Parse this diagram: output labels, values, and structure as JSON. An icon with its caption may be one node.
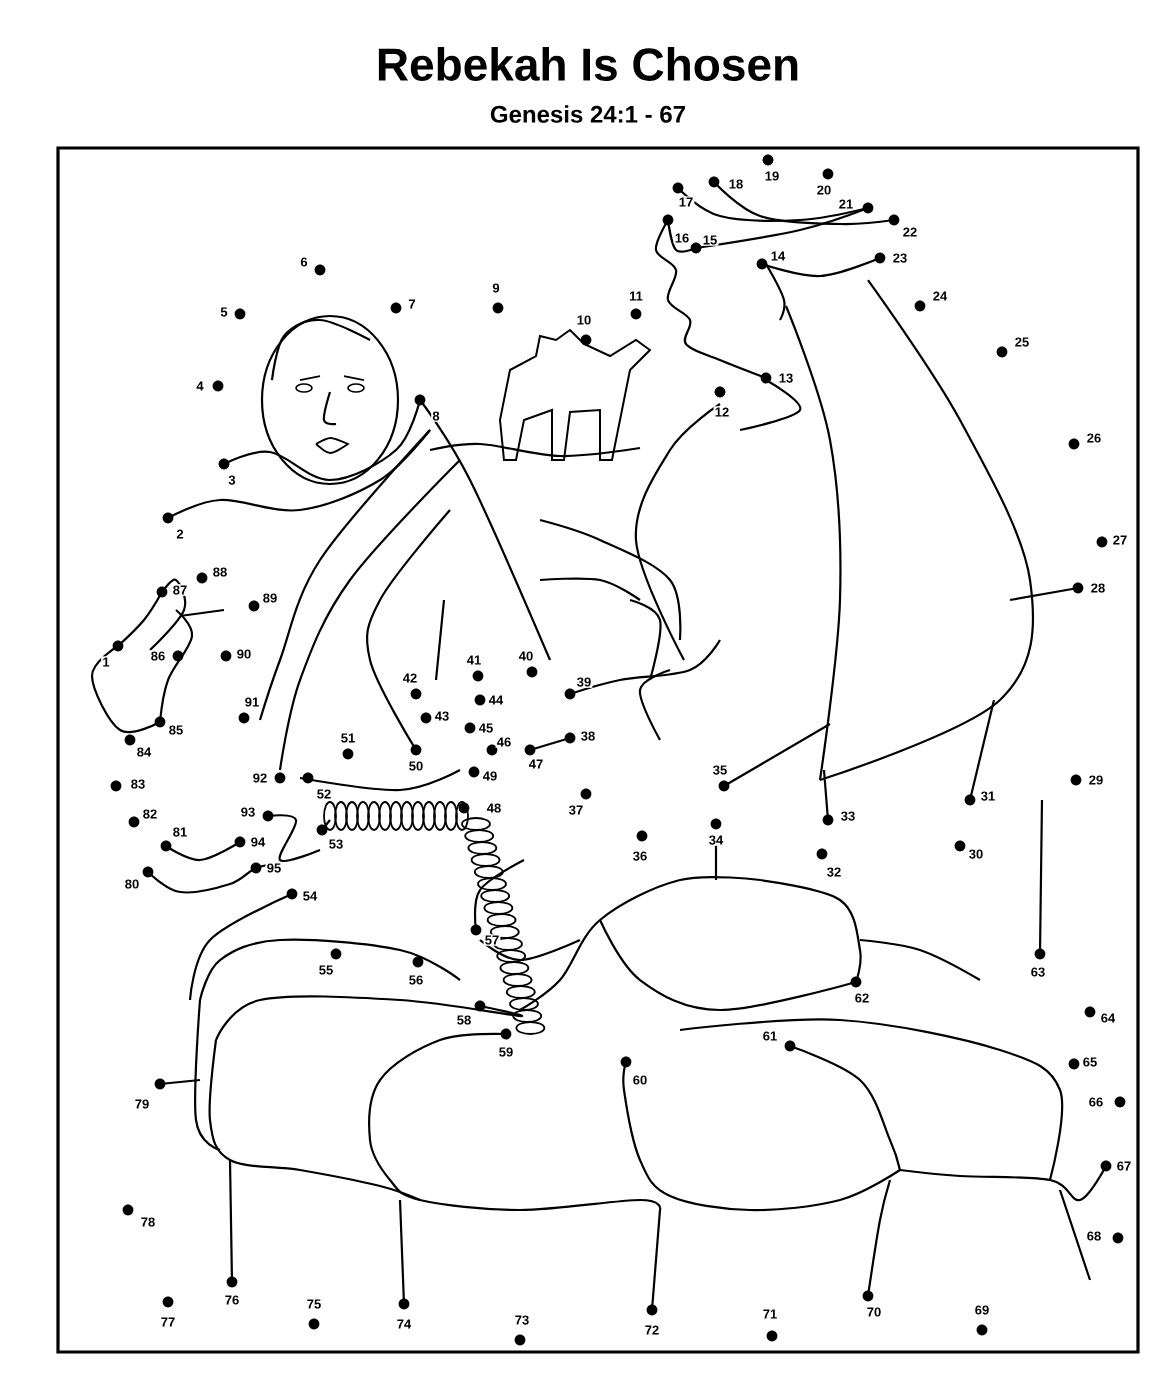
{
  "diagram": {
    "title": "Rebekah Is Chosen",
    "labels": [
      "Genesis 24:1 - 67",
      "1",
      "2",
      "3",
      "4",
      "5",
      "6",
      "7",
      "8",
      "9",
      "10",
      "11",
      "12",
      "13",
      "14",
      "15",
      "16",
      "17",
      "18",
      "19",
      "20",
      "21",
      "22",
      "23",
      "24",
      "25",
      "26",
      "27",
      "28",
      "29",
      "30",
      "31",
      "32",
      "33",
      "34",
      "35",
      "36",
      "37",
      "38",
      "39",
      "40",
      "41",
      "42",
      "43",
      "44",
      "45",
      "46",
      "47",
      "48",
      "49",
      "50",
      "51",
      "52",
      "53",
      "54",
      "55",
      "56",
      "57",
      "58",
      "59",
      "60",
      "61",
      "62",
      "63",
      "64",
      "65",
      "66",
      "67",
      "68",
      "69",
      "70",
      "71",
      "72",
      "73",
      "74",
      "75",
      "76",
      "77",
      "78",
      "79",
      "80",
      "81",
      "82",
      "83",
      "84",
      "85",
      "86",
      "87",
      "88",
      "89",
      "90",
      "91",
      "92",
      "93",
      "94",
      "95"
    ]
  }
}
